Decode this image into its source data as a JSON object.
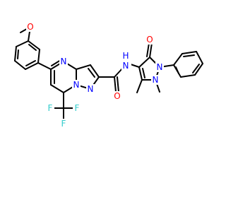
{
  "colors": {
    "carbon": "#000000",
    "nitrogen": "#0000FF",
    "oxygen": "#FF0000",
    "fluorine": "#33CCCC",
    "background": "#FFFFFF"
  },
  "atom_labels": {
    "methoxy_o": "O",
    "n4": "N",
    "n1": "N",
    "n2": "N",
    "amide_nh": "N",
    "amide_h": "H",
    "amide_o": "O",
    "pz_o": "O",
    "pz_n1": "N",
    "pz_n2": "N",
    "f1": "F",
    "f2": "F",
    "f3": "F"
  }
}
